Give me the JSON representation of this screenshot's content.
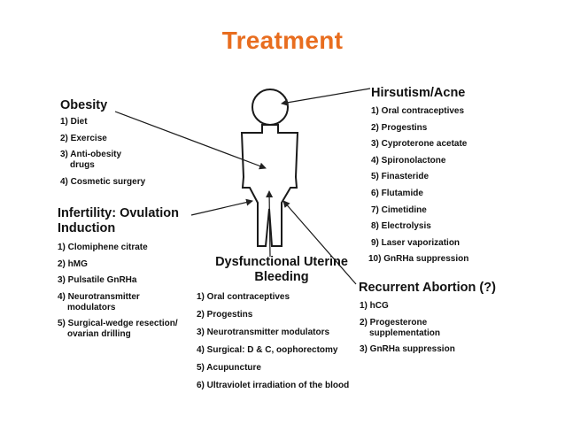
{
  "title": "Treatment",
  "accent_color": "#e86d1f",
  "groups": {
    "obesity": {
      "heading": "Obesity",
      "items": [
        "1) Diet",
        "2) Exercise",
        "3) Anti-obesity",
        "drugs",
        "4) Cosmetic surgery"
      ]
    },
    "infertility": {
      "heading_line1": "Infertility: Ovulation",
      "heading_line2": "Induction",
      "items": [
        "1) Clomiphene citrate",
        "2) hMG",
        "3) Pulsatile GnRHa",
        "4) Neurotransmitter",
        "modulators",
        "5) Surgical-wedge resection/",
        "ovarian drilling"
      ]
    },
    "hirsutism": {
      "heading": "Hirsutism/Acne",
      "items": [
        "1) Oral contraceptives",
        "2) Progestins",
        "3) Cyproterone acetate",
        "4) Spironolactone",
        "5) Finasteride",
        "6) Flutamide",
        "7) Cimetidine",
        "8) Electrolysis",
        "9) Laser vaporization",
        "10) GnRHa suppression"
      ]
    },
    "dub": {
      "heading_line1": "Dysfunctional Uterine",
      "heading_line2": "Bleeding",
      "items": [
        "1) Oral contraceptives",
        "2) Progestins",
        "3) Neurotransmitter modulators",
        "4) Surgical: D & C, oophorectomy",
        "5) Acupuncture",
        "6) Ultraviolet irradiation of the blood"
      ]
    },
    "abortion": {
      "heading": "Recurrent Abortion (?)",
      "items": [
        "1) hCG",
        "2) Progesterone",
        "supplementation",
        "3) GnRHa suppression"
      ]
    }
  }
}
